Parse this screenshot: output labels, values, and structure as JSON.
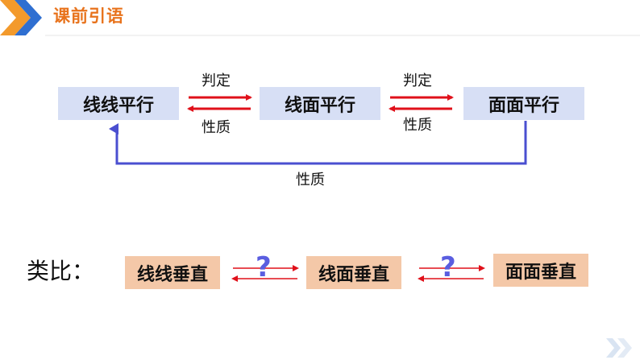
{
  "header": {
    "title": "课前引语"
  },
  "top_row": {
    "boxes": [
      "线线平行",
      "线面平行",
      "面面平行"
    ],
    "arrow_top_labels": [
      "判定",
      "判定"
    ],
    "arrow_bottom_labels": [
      "性质",
      "性质"
    ],
    "long_arrow_label": "性质"
  },
  "bottom_row": {
    "prefix": "类比：",
    "boxes": [
      "线线垂直",
      "线面垂直",
      "面面垂直"
    ],
    "question_marks": [
      "?",
      "?"
    ]
  },
  "colors": {
    "accent_orange": "#e8731c",
    "arrow_red": "#e0101a",
    "arrow_blue": "#4a4fd0",
    "box_blue": "#d7dff5",
    "box_peach": "#f4c8a8",
    "question_purple": "#5a5ee0"
  }
}
